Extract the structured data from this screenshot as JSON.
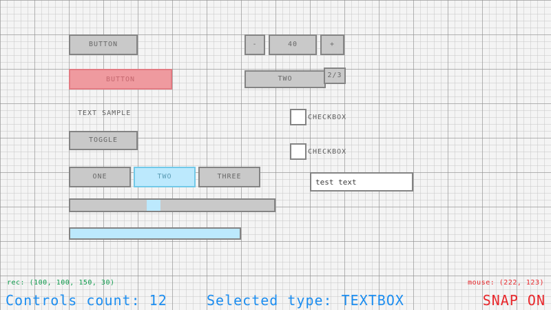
{
  "theme": {
    "background": "#f4f4f4",
    "grid_minor": "#c8c8c8",
    "grid_major": "#8c8c8c",
    "control_fill": "#c9c9c9",
    "control_border": "#838383",
    "control_text": "#686868",
    "selected_fill": "#bce9fd",
    "selected_border": "#72c9e8",
    "selected_text": "#5b9cb5",
    "danger_fill": "#ef9a9f",
    "danger_border": "#e27a82",
    "danger_text": "#c4676e",
    "status_green": "#0e9b4c",
    "status_blue": "#1b8df0",
    "status_red": "#e8262a"
  },
  "controls": {
    "button_normal": {
      "label": "BUTTON"
    },
    "button_selected": {
      "label": "BUTTON"
    },
    "text_sample": {
      "label": "TEXT SAMPLE"
    },
    "toggle": {
      "label": "TOGGLE"
    },
    "toggle_group": {
      "options": [
        "ONE",
        "TWO",
        "THREE"
      ],
      "active_index": 1
    },
    "slider": {
      "value_fraction": 0.38
    },
    "progress": {
      "value_fraction": 1.0
    },
    "spinner": {
      "decrement_label": "-",
      "value": "40",
      "increment_label": "+"
    },
    "dropdown": {
      "value": "TWO",
      "index_badge": "2/3"
    },
    "checkbox_one": {
      "label": "CHECKBOX",
      "checked": false
    },
    "checkbox_two": {
      "label": "CHECKBOX",
      "checked": false
    },
    "textbox": {
      "value": "test text",
      "placeholder": "test text"
    }
  },
  "status": {
    "rec": "rec: (100, 100, 150, 30)",
    "mouse": "mouse: (222, 123)",
    "controls_count": "Controls count: 12",
    "selected_type": "Selected type: TEXTBOX",
    "snap": "SNAP ON"
  }
}
